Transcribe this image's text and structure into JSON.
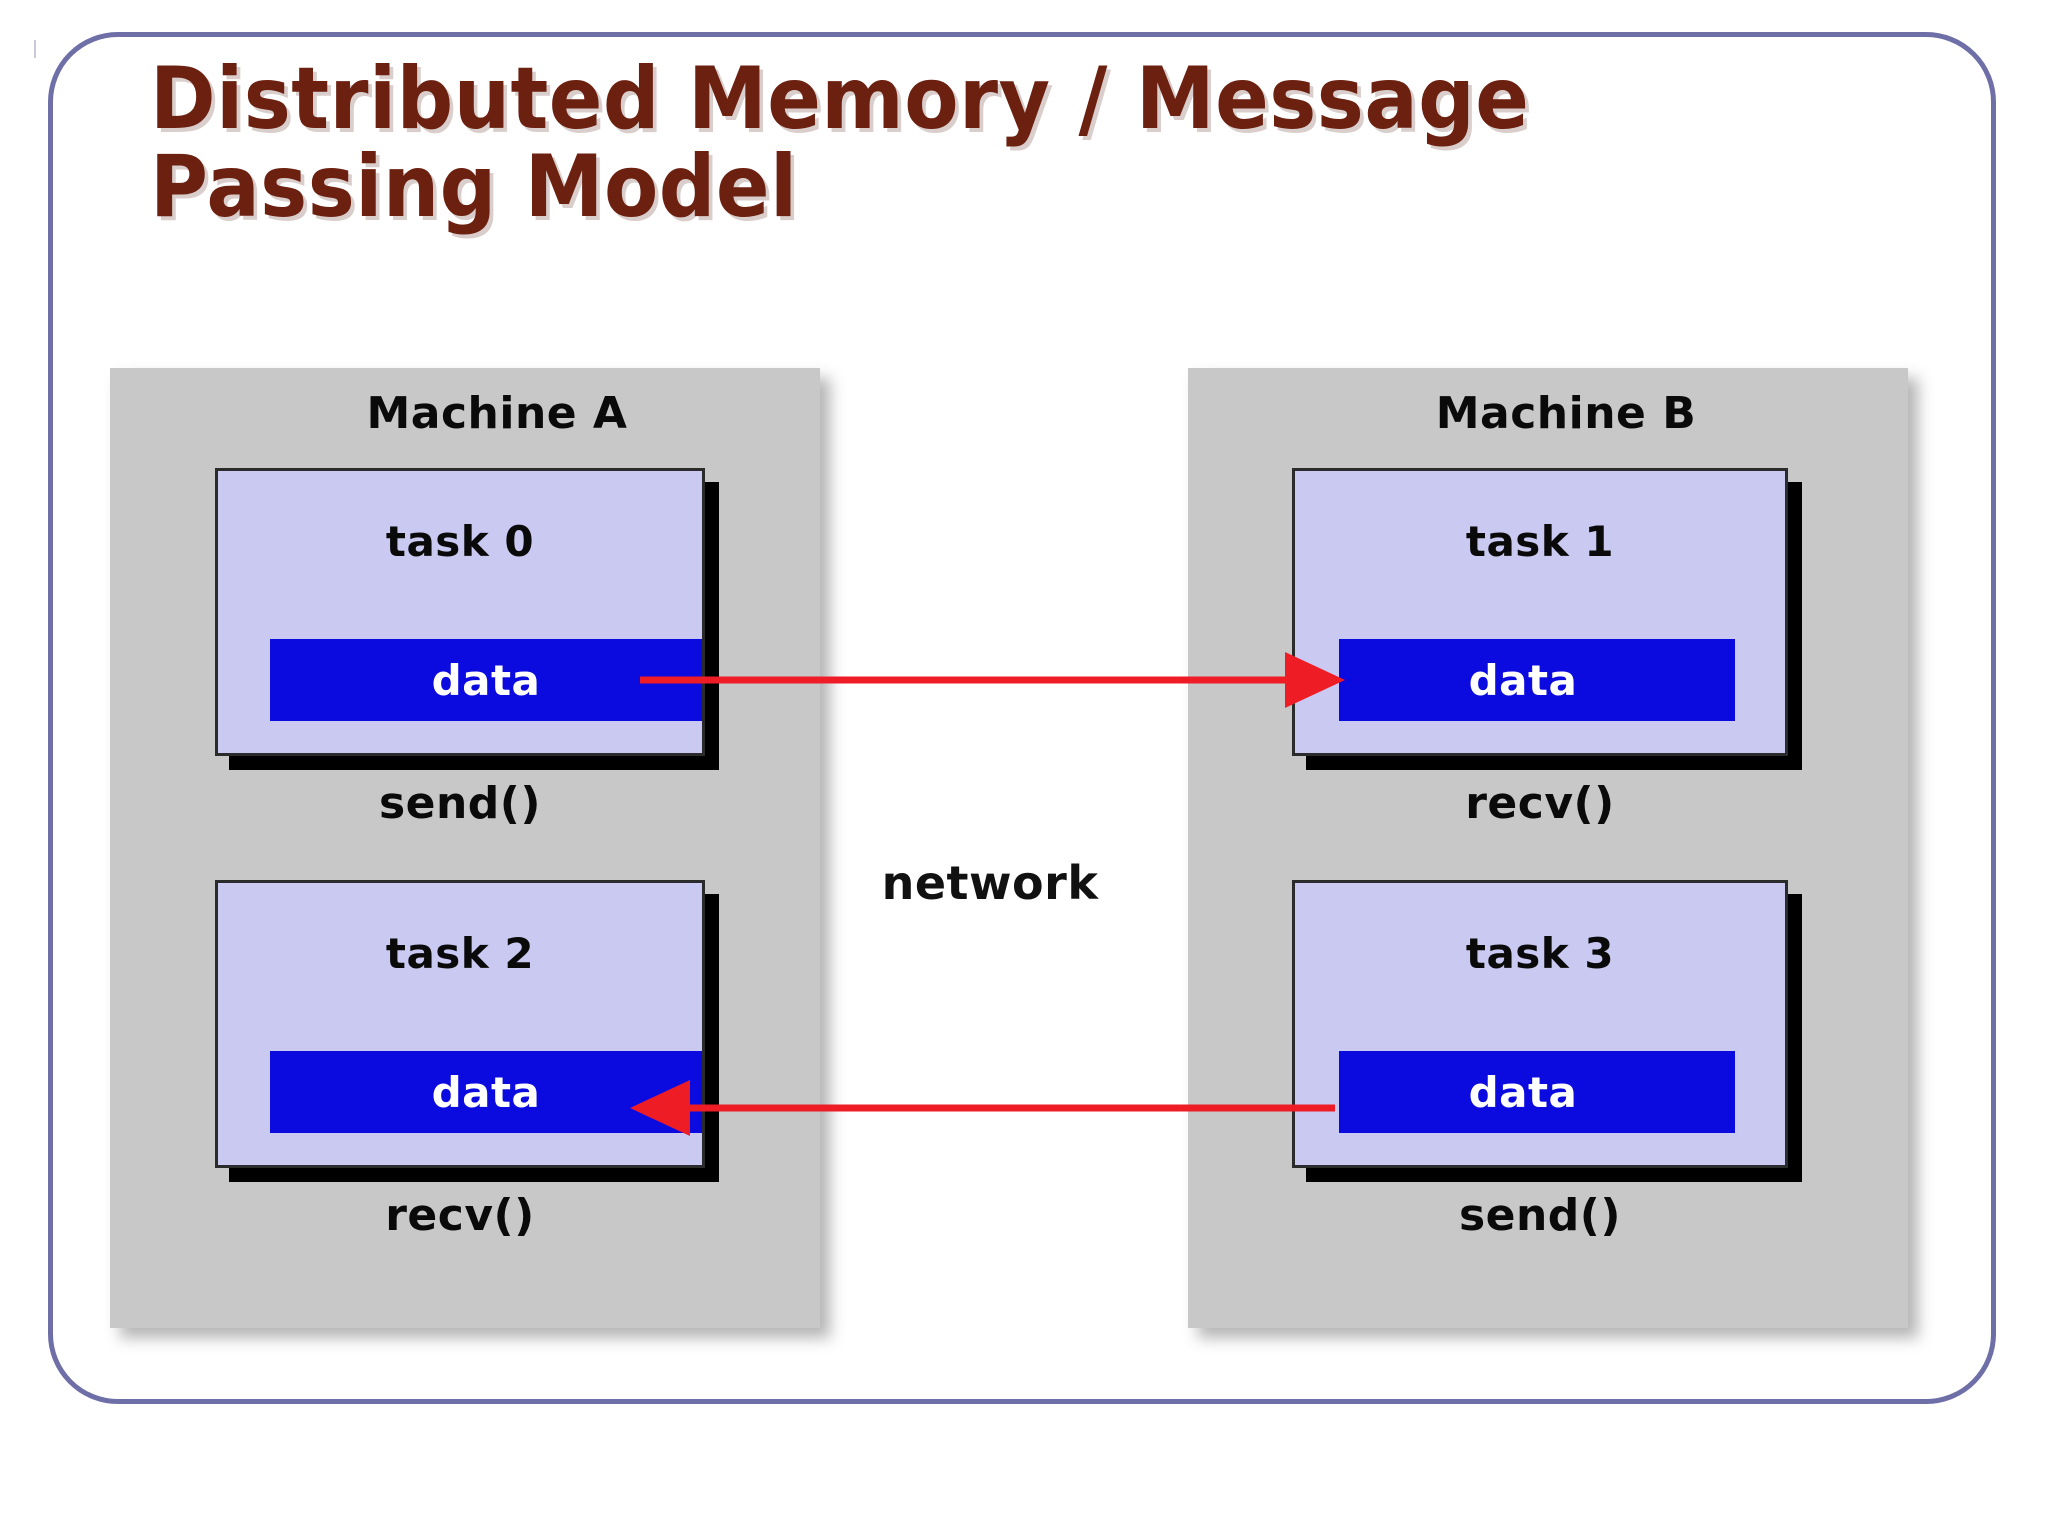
{
  "slide": {
    "title": "Distributed Memory / Message\nPassing Model",
    "border_color": "#6f6fa8",
    "title_color": "#6b2010",
    "background": "#ffffff"
  },
  "machines": [
    {
      "id": "machine-a",
      "name": "Machine A",
      "panel_color": "#c8c8c8",
      "tasks": [
        {
          "id": "task-0",
          "label": "task 0",
          "data_label": "data",
          "call": "send()",
          "box_color": "#c9c9f2",
          "data_color": "#0b0be0"
        },
        {
          "id": "task-2",
          "label": "task 2",
          "data_label": "data",
          "call": "recv()",
          "box_color": "#c9c9f2",
          "data_color": "#0b0be0"
        }
      ]
    },
    {
      "id": "machine-b",
      "name": "Machine B",
      "panel_color": "#c8c8c8",
      "tasks": [
        {
          "id": "task-1",
          "label": "task 1",
          "data_label": "data",
          "call": "recv()",
          "box_color": "#c9c9f2",
          "data_color": "#0b0be0"
        },
        {
          "id": "task-3",
          "label": "task 3",
          "data_label": "data",
          "call": "send()",
          "box_color": "#c9c9f2",
          "data_color": "#0b0be0"
        }
      ]
    }
  ],
  "network": {
    "label": "network",
    "arrow_color": "#ee1c25",
    "connections": [
      {
        "from": "task 0",
        "to": "task 1",
        "direction": "right",
        "operation": "send() → recv()"
      },
      {
        "from": "task 3",
        "to": "task 2",
        "direction": "left",
        "operation": "send() → recv()"
      }
    ]
  }
}
